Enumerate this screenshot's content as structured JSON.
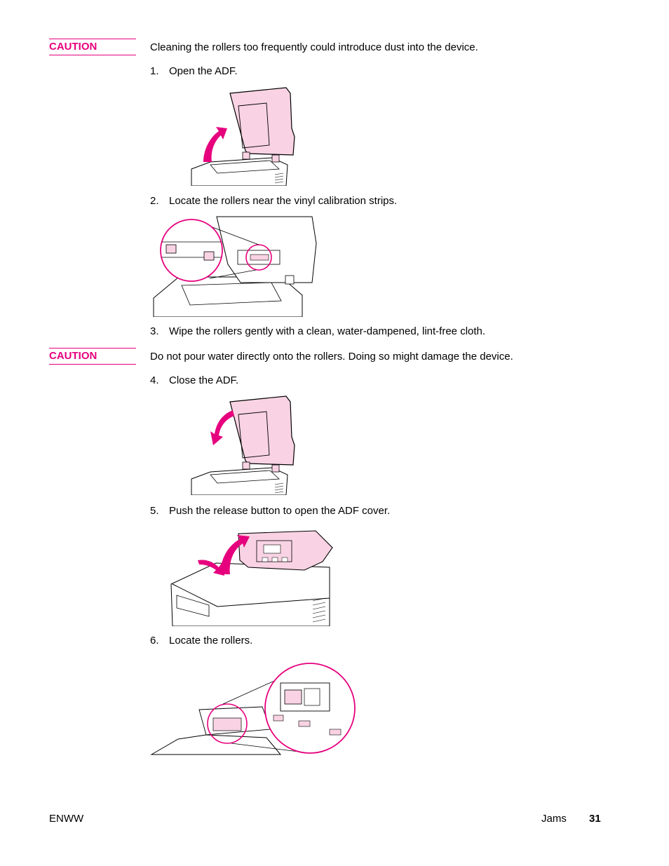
{
  "caution_1": {
    "label": "CAUTION",
    "text": "Cleaning the rollers too frequently could introduce dust into the device."
  },
  "steps": [
    {
      "num": "1.",
      "text": "Open the ADF."
    },
    {
      "num": "2.",
      "text": "Locate the rollers near the vinyl calibration strips."
    },
    {
      "num": "3.",
      "text": "Wipe the rollers gently with a clean, water-dampened, lint-free cloth."
    },
    {
      "num": "4.",
      "text": "Close the ADF."
    },
    {
      "num": "5.",
      "text": "Push the release button to open the ADF cover."
    },
    {
      "num": "6.",
      "text": "Locate the rollers."
    }
  ],
  "caution_2": {
    "label": "CAUTION",
    "text": "Do not pour water directly onto the rollers. Doing so might damage the device."
  },
  "footer": {
    "left": "ENWW",
    "section": "Jams",
    "page": "31"
  },
  "colors": {
    "accent": "#e6007e",
    "pink_fill": "#f9d3e3"
  }
}
